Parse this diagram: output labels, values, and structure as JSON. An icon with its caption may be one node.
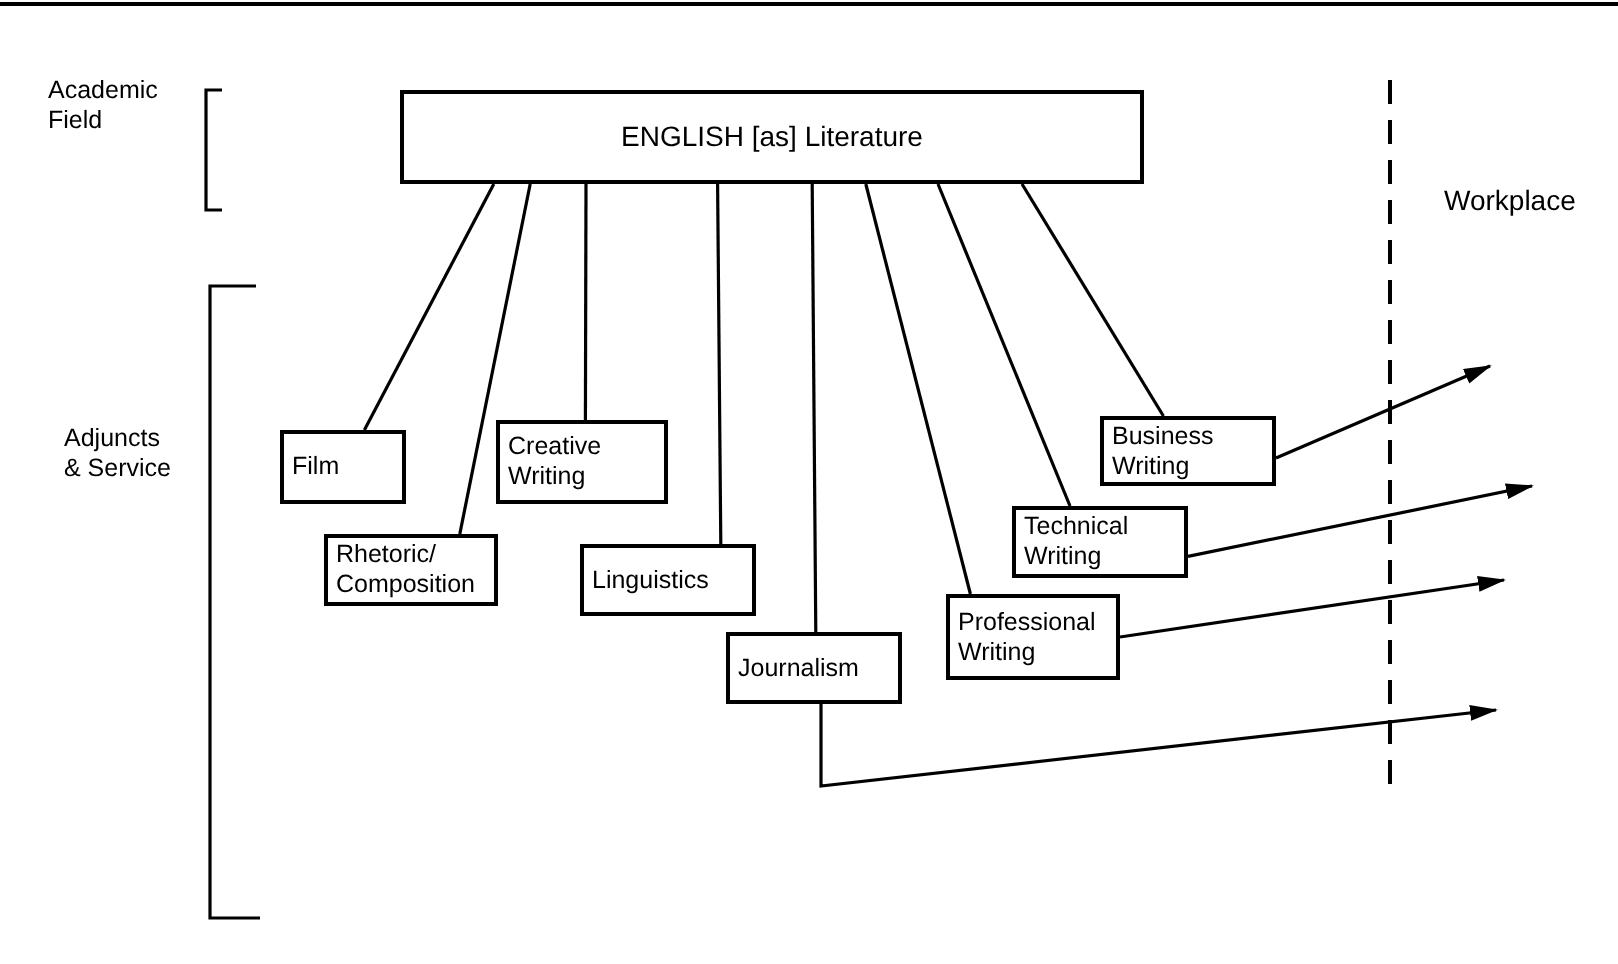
{
  "diagram": {
    "nodes": [
      {
        "text": [
          "ENGLISH [as] Literature"
        ]
      },
      {
        "text": [
          "Film"
        ]
      },
      {
        "text": [
          "Creative Writing"
        ]
      },
      {
        "text": [
          "Rhetoric/ Composition"
        ]
      },
      {
        "text": [
          "Linguistics"
        ]
      },
      {
        "text": [
          "Journalism"
        ]
      },
      {
        "text": [
          "Professional Writing"
        ]
      },
      {
        "text": [
          "Technical Writing"
        ]
      },
      {
        "text": [
          "Business Writing"
        ]
      }
    ],
    "edges": [
      {
        "from": 0,
        "to": 1,
        "arrow": "none"
      },
      {
        "from": 0,
        "to": 3,
        "arrow": "none"
      },
      {
        "from": 0,
        "to": 2,
        "arrow": "none"
      },
      {
        "from": 0,
        "to": 4,
        "arrow": "none"
      },
      {
        "from": 0,
        "to": 5,
        "arrow": "none"
      },
      {
        "from": 0,
        "to": 6,
        "arrow": "none"
      },
      {
        "from": 0,
        "to": 7,
        "arrow": "none"
      },
      {
        "from": 0,
        "to": 8,
        "arrow": "none"
      },
      {
        "from": 8,
        "to": null,
        "arrow": "to"
      },
      {
        "from": 7,
        "to": null,
        "arrow": "to"
      },
      {
        "from": 6,
        "to": null,
        "arrow": "to"
      },
      {
        "from": 5,
        "to": null,
        "arrow": "to"
      }
    ],
    "labels": [
      "Academic Field",
      "Workplace",
      "Adjuncts & Service"
    ]
  }
}
